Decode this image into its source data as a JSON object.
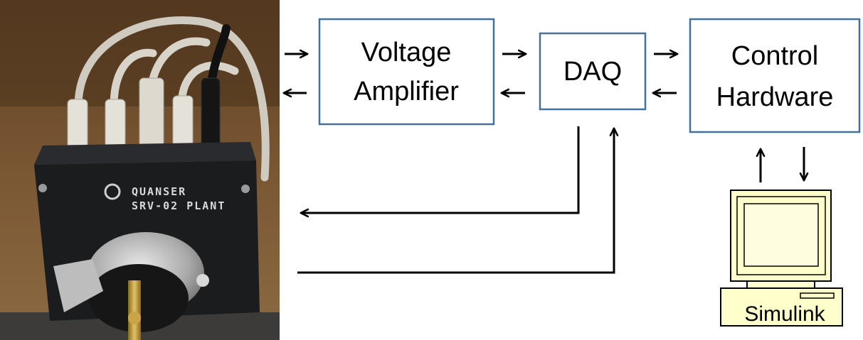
{
  "colors": {
    "box_border": "#41719c",
    "arrow": "#000000",
    "computer_fill": "#ffffcc",
    "computer_screen": "#fffde0",
    "plant_body": "#1b1c1e",
    "plant_background": "#6b4a28",
    "cable": "#dedbd2",
    "plant_label": "#d8d8d8"
  },
  "blocks": {
    "voltage_amplifier": {
      "line1": "Voltage",
      "line2": "Amplifier"
    },
    "daq": {
      "label": "DAQ"
    },
    "control_hardware": {
      "line1": "Control",
      "line2": "Hardware"
    }
  },
  "computer": {
    "icon": "desktop-computer-icon",
    "label": "Simulink"
  },
  "plant_photo": {
    "brand": "QUANSER",
    "model": "SRV-02 PLANT"
  }
}
